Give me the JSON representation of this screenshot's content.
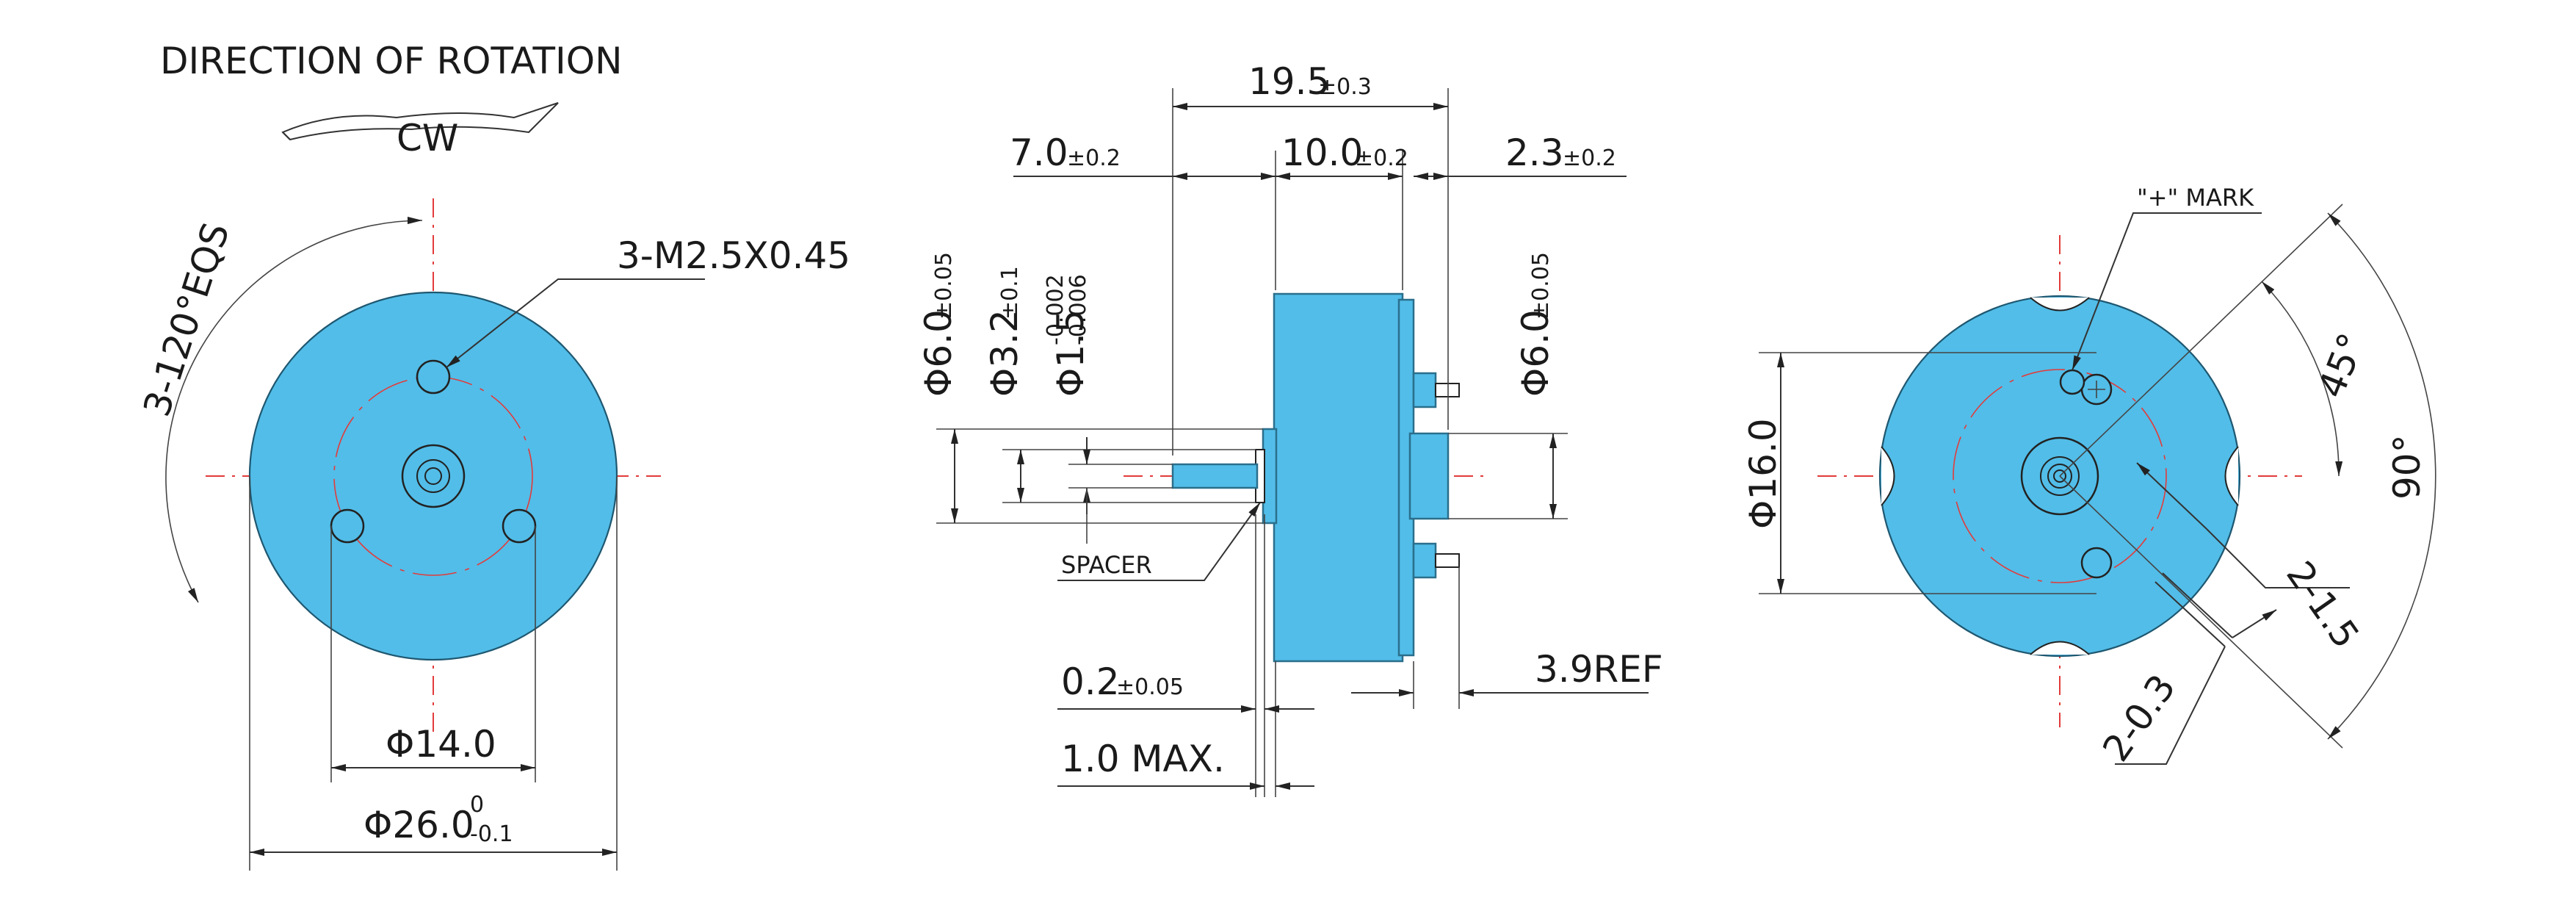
{
  "front_view": {
    "rotation_title": "DIRECTION OF ROTATION",
    "rotation_direction": "CW",
    "screw_holes_label": "3-M2.5X0.45",
    "hole_angle_label": "3-120°EQS",
    "pcd_label": "Φ14.0",
    "diameter_label": "Φ26.0",
    "diameter_tol_upper": "0",
    "diameter_tol_lower": "-0.1"
  },
  "side_view": {
    "overall_length": "19.5",
    "overall_length_tol": "±0.3",
    "shaft_length": "7.0",
    "shaft_length_tol": "±0.2",
    "body_length": "10.0",
    "body_length_tol": "±0.2",
    "rear_boss_length": "2.3",
    "rear_boss_length_tol": "±0.2",
    "front_boss_dia": "Φ6.0",
    "front_boss_dia_tol": "±0.05",
    "spacer_dia": "Φ3.2",
    "spacer_dia_tol": "±0.1",
    "shaft_dia": "Φ1.5",
    "shaft_dia_tol_upper": "-0.002",
    "shaft_dia_tol_lower": "-0.006",
    "rear_boss_dia": "Φ6.0",
    "rear_boss_dia_tol": "±0.05",
    "spacer_label": "SPACER",
    "spacer_thickness": "0.2",
    "spacer_thickness_tol": "±0.05",
    "protrusion_label": "1.0 MAX.",
    "terminal_ref": "3.9REF"
  },
  "rear_view": {
    "plus_mark_label": "\"+\" MARK",
    "terminal_spacing_label": "Φ16.0",
    "angle_45": "45°",
    "angle_90": "90°",
    "terminal_width": "2-1.5",
    "terminal_thickness": "2-0.3"
  }
}
